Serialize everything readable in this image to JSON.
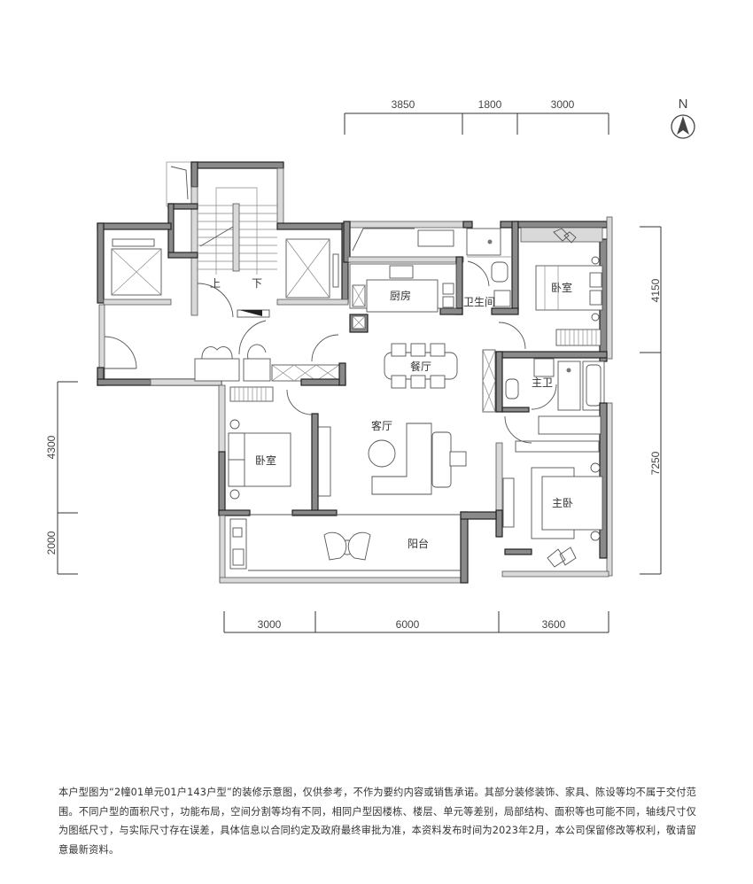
{
  "plan": {
    "title": "2幢01单元01户143户型",
    "north_label": "N",
    "rooms": {
      "kitchen": "厨房",
      "bathroom": "卫生间",
      "bedroom_ne": "卧室",
      "dining": "餐厅",
      "master_bath": "主卫",
      "living": "客厅",
      "bedroom_w": "卧室",
      "master_bedroom": "主卧",
      "balcony": "阳台",
      "stair_up": "上",
      "stair_down": "下"
    },
    "dimensions": {
      "top": [
        "3850",
        "1800",
        "3000"
      ],
      "bottom": [
        "3000",
        "6000",
        "3600"
      ],
      "left": [
        "4300",
        "2000"
      ],
      "right": [
        "4150",
        "7250"
      ]
    }
  },
  "colors": {
    "wall": "#8a8a8a",
    "light_wall": "#d9d9d9",
    "line": "#555555"
  },
  "disclaimer": {
    "text": "本户型图为“2幢01单元01户143户型”的装修示意图，仅供参考，不作为要约内容或销售承诺。其部分装修装饰、家具、陈设等均不属于交付范围。不同户型的面积尺寸，功能布局，空间分割等均有不同，相同户型因楼栋、楼层、单元等差别，局部结构、面积等也可能不同，轴线尺寸仅为图纸尺寸，与实际尺寸存在误差，具体信息以合同约定及政府最终审批为准，本资料发布时间为2023年2月，本公司保留修改等权利，敬请留意最新资料。"
  }
}
